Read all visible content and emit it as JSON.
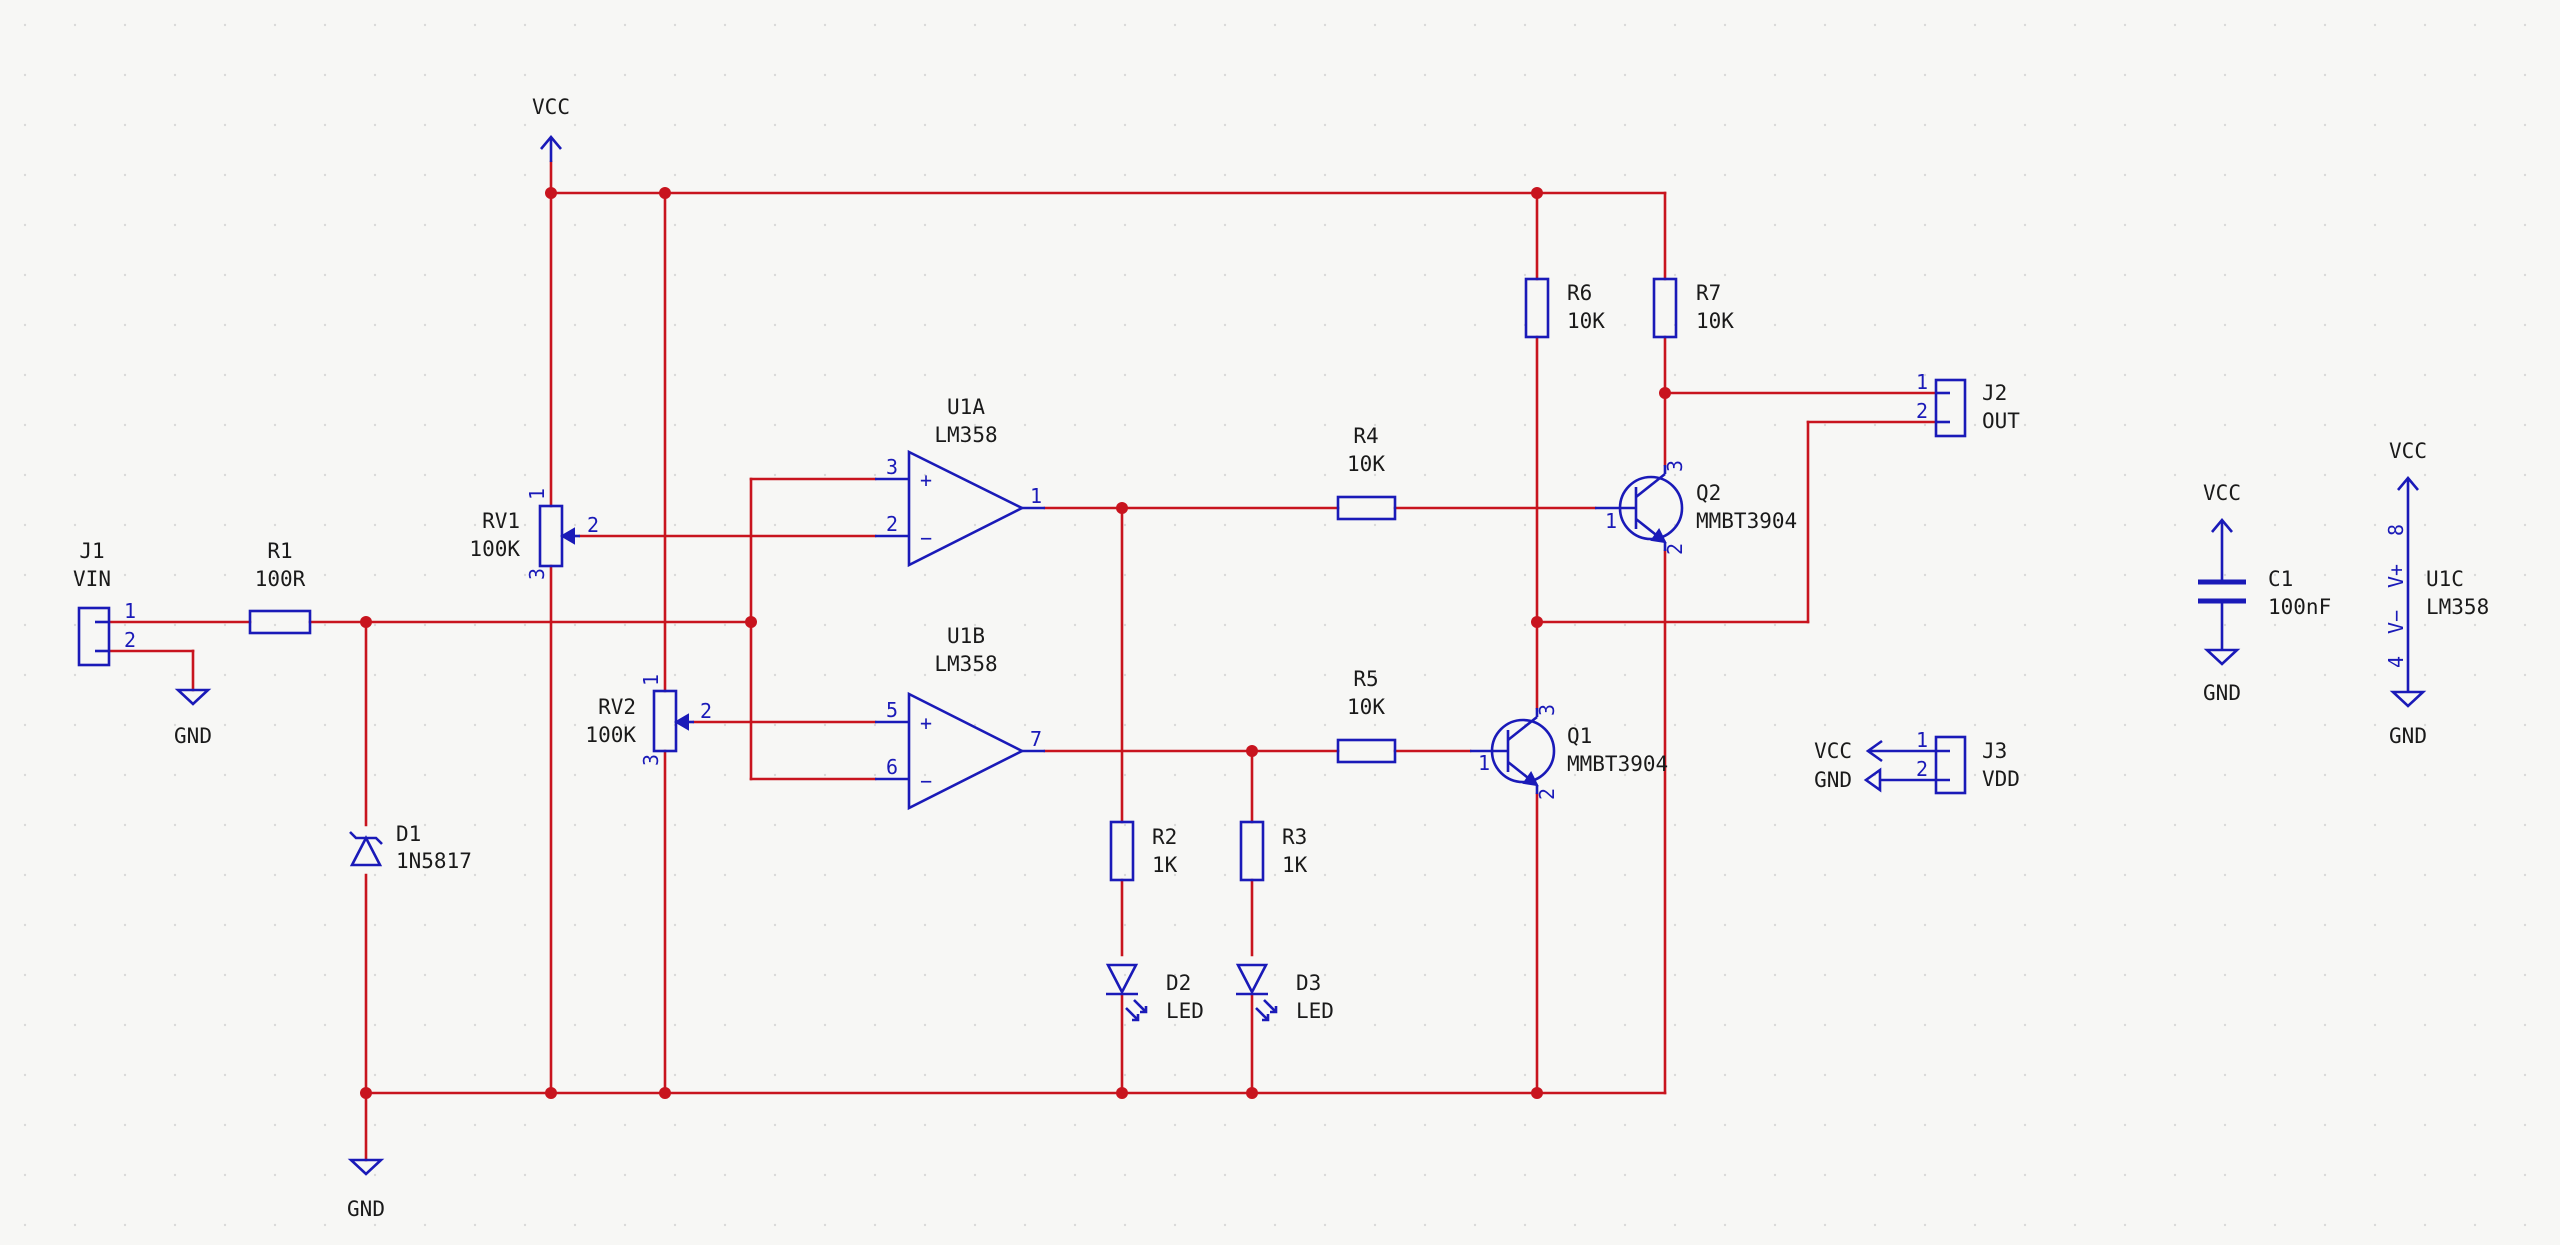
{
  "components": {
    "J1": {
      "ref": "J1",
      "value": "VIN",
      "pins": [
        "1",
        "2"
      ]
    },
    "J2": {
      "ref": "J2",
      "value": "OUT",
      "pins": [
        "1",
        "2"
      ]
    },
    "J3": {
      "ref": "J3",
      "value": "VDD",
      "pins": [
        "1",
        "2"
      ]
    },
    "R1": {
      "ref": "R1",
      "value": "100R"
    },
    "R2": {
      "ref": "R2",
      "value": "1K"
    },
    "R3": {
      "ref": "R3",
      "value": "1K"
    },
    "R4": {
      "ref": "R4",
      "value": "10K"
    },
    "R5": {
      "ref": "R5",
      "value": "10K"
    },
    "R6": {
      "ref": "R6",
      "value": "10K"
    },
    "R7": {
      "ref": "R7",
      "value": "10K"
    },
    "RV1": {
      "ref": "RV1",
      "value": "100K",
      "pins": [
        "1",
        "2",
        "3"
      ]
    },
    "RV2": {
      "ref": "RV2",
      "value": "100K",
      "pins": [
        "1",
        "2",
        "3"
      ]
    },
    "D1": {
      "ref": "D1",
      "value": "1N5817"
    },
    "D2": {
      "ref": "D2",
      "value": "LED"
    },
    "D3": {
      "ref": "D3",
      "value": "LED"
    },
    "C1": {
      "ref": "C1",
      "value": "100nF"
    },
    "U1A": {
      "ref": "U1A",
      "value": "LM358",
      "pins": [
        "3",
        "2",
        "1"
      ],
      "plus": "+",
      "minus": "−"
    },
    "U1B": {
      "ref": "U1B",
      "value": "LM358",
      "pins": [
        "5",
        "6",
        "7"
      ],
      "plus": "+",
      "minus": "−"
    },
    "U1C": {
      "ref": "U1C",
      "value": "LM358",
      "pins": [
        "8",
        "4"
      ],
      "vplus": "V+",
      "vminus": "V−"
    },
    "Q1": {
      "ref": "Q1",
      "value": "MMBT3904",
      "pins": [
        "1",
        "2",
        "3"
      ]
    },
    "Q2": {
      "ref": "Q2",
      "value": "MMBT3904",
      "pins": [
        "1",
        "2",
        "3"
      ]
    }
  },
  "power": {
    "vcc": "VCC",
    "gnd": "GND"
  }
}
